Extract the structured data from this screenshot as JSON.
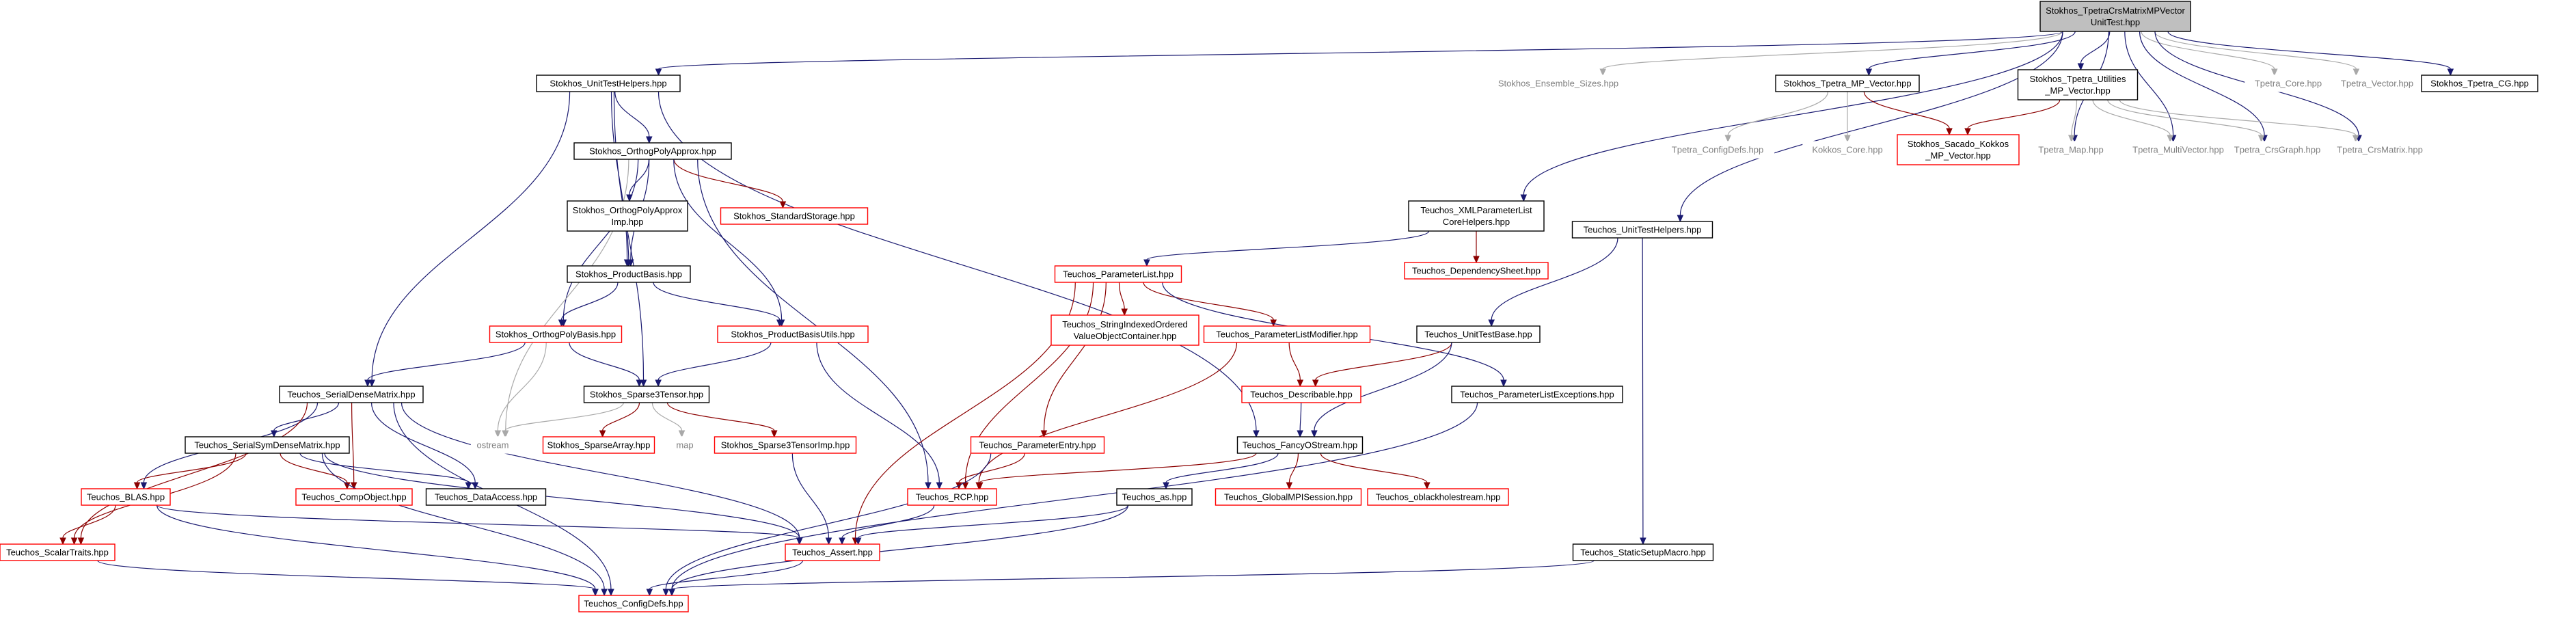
{
  "title": "Stokhos_TpetraCrsMatrixMPVectorUnitTest.hpp",
  "nodes": [
    {
      "id": "root",
      "lines": [
        "Stokhos_TpetraCrsMatrixMPVector",
        "UnitTest.hpp"
      ],
      "style": "root"
    },
    {
      "id": "uth",
      "lines": [
        "Stokhos_UnitTestHelpers.hpp"
      ],
      "style": "plain"
    },
    {
      "id": "ens",
      "lines": [
        "Stokhos_Ensemble_Sizes.hpp"
      ],
      "style": "gray"
    },
    {
      "id": "tmp",
      "lines": [
        "Stokhos_Tpetra_MP_Vector.hpp"
      ],
      "style": "plain"
    },
    {
      "id": "tutil",
      "lines": [
        "Stokhos_Tpetra_Utilities",
        "_MP_Vector.hpp"
      ],
      "style": "plain"
    },
    {
      "id": "tcore",
      "lines": [
        "Tpetra_Core.hpp"
      ],
      "style": "gray"
    },
    {
      "id": "tvec",
      "lines": [
        "Tpetra_Vector.hpp"
      ],
      "style": "gray"
    },
    {
      "id": "tcg",
      "lines": [
        "Stokhos_Tpetra_CG.hpp"
      ],
      "style": "plain"
    },
    {
      "id": "tcfg",
      "lines": [
        "Tpetra_ConfigDefs.hpp"
      ],
      "style": "gray"
    },
    {
      "id": "kcore",
      "lines": [
        "Kokkos_Core.hpp"
      ],
      "style": "gray"
    },
    {
      "id": "sacado",
      "lines": [
        "Stokhos_Sacado_Kokkos",
        "_MP_Vector.hpp"
      ],
      "style": "red"
    },
    {
      "id": "tmap",
      "lines": [
        "Tpetra_Map.hpp"
      ],
      "style": "gray"
    },
    {
      "id": "tmv",
      "lines": [
        "Tpetra_MultiVector.hpp"
      ],
      "style": "gray"
    },
    {
      "id": "tcgraph",
      "lines": [
        "Tpetra_CrsGraph.hpp"
      ],
      "style": "gray"
    },
    {
      "id": "tcmat",
      "lines": [
        "Tpetra_CrsMatrix.hpp"
      ],
      "style": "gray"
    },
    {
      "id": "opa",
      "lines": [
        "Stokhos_OrthogPolyApprox.hpp"
      ],
      "style": "plain"
    },
    {
      "id": "opaimp",
      "lines": [
        "Stokhos_OrthogPolyApprox",
        "Imp.hpp"
      ],
      "style": "plain"
    },
    {
      "id": "ss",
      "lines": [
        "Stokhos_StandardStorage.hpp"
      ],
      "style": "red"
    },
    {
      "id": "xml",
      "lines": [
        "Teuchos_XMLParameterList",
        "CoreHelpers.hpp"
      ],
      "style": "plain"
    },
    {
      "id": "dep",
      "lines": [
        "Teuchos_DependencySheet.hpp"
      ],
      "style": "red"
    },
    {
      "id": "tuth",
      "lines": [
        "Teuchos_UnitTestHelpers.hpp"
      ],
      "style": "plain"
    },
    {
      "id": "pb",
      "lines": [
        "Stokhos_ProductBasis.hpp"
      ],
      "style": "plain"
    },
    {
      "id": "pl",
      "lines": [
        "Teuchos_ParameterList.hpp"
      ],
      "style": "red"
    },
    {
      "id": "siov",
      "lines": [
        "Teuchos_StringIndexedOrdered",
        "ValueObjectContainer.hpp"
      ],
      "style": "red"
    },
    {
      "id": "plm",
      "lines": [
        "Teuchos_ParameterListModifier.hpp"
      ],
      "style": "red"
    },
    {
      "id": "opb",
      "lines": [
        "Stokhos_OrthogPolyBasis.hpp"
      ],
      "style": "red"
    },
    {
      "id": "pbu",
      "lines": [
        "Stokhos_ProductBasisUtils.hpp"
      ],
      "style": "red"
    },
    {
      "id": "utb",
      "lines": [
        "Teuchos_UnitTestBase.hpp"
      ],
      "style": "plain"
    },
    {
      "id": "sdm",
      "lines": [
        "Teuchos_SerialDenseMatrix.hpp"
      ],
      "style": "plain"
    },
    {
      "id": "s3t",
      "lines": [
        "Stokhos_Sparse3Tensor.hpp"
      ],
      "style": "plain"
    },
    {
      "id": "desc",
      "lines": [
        "Teuchos_Describable.hpp"
      ],
      "style": "red"
    },
    {
      "id": "ple",
      "lines": [
        "Teuchos_ParameterListExceptions.hpp"
      ],
      "style": "plain"
    },
    {
      "id": "ostream",
      "lines": [
        "ostream"
      ],
      "style": "gray"
    },
    {
      "id": "sa",
      "lines": [
        "Stokhos_SparseArray.hpp"
      ],
      "style": "red"
    },
    {
      "id": "map",
      "lines": [
        "map"
      ],
      "style": "gray"
    },
    {
      "id": "s3timp",
      "lines": [
        "Stokhos_Sparse3TensorImp.hpp"
      ],
      "style": "red"
    },
    {
      "id": "pe",
      "lines": [
        "Teuchos_ParameterEntry.hpp"
      ],
      "style": "red"
    },
    {
      "id": "fos",
      "lines": [
        "Teuchos_FancyOStream.hpp"
      ],
      "style": "plain"
    },
    {
      "id": "ssdm",
      "lines": [
        "Teuchos_SerialSymDenseMatrix.hpp"
      ],
      "style": "plain"
    },
    {
      "id": "blas",
      "lines": [
        "Teuchos_BLAS.hpp"
      ],
      "style": "red"
    },
    {
      "id": "co",
      "lines": [
        "Teuchos_CompObject.hpp"
      ],
      "style": "red"
    },
    {
      "id": "da",
      "lines": [
        "Teuchos_DataAccess.hpp"
      ],
      "style": "plain"
    },
    {
      "id": "rcp",
      "lines": [
        "Teuchos_RCP.hpp"
      ],
      "style": "red"
    },
    {
      "id": "as",
      "lines": [
        "Teuchos_as.hpp"
      ],
      "style": "plain"
    },
    {
      "id": "gmpi",
      "lines": [
        "Teuchos_GlobalMPISession.hpp"
      ],
      "style": "red"
    },
    {
      "id": "obh",
      "lines": [
        "Teuchos_oblackholestream.hpp"
      ],
      "style": "red"
    },
    {
      "id": "st",
      "lines": [
        "Teuchos_ScalarTraits.hpp"
      ],
      "style": "red"
    },
    {
      "id": "assert",
      "lines": [
        "Teuchos_Assert.hpp"
      ],
      "style": "red"
    },
    {
      "id": "ssm",
      "lines": [
        "Teuchos_StaticSetupMacro.hpp"
      ],
      "style": "plain"
    },
    {
      "id": "cfg",
      "lines": [
        "Teuchos_ConfigDefs.hpp"
      ],
      "style": "red"
    }
  ],
  "edges": [
    {
      "from": "root",
      "to": "uth",
      "style": "dark"
    },
    {
      "from": "root",
      "to": "ens",
      "style": "gray"
    },
    {
      "from": "root",
      "to": "tmp",
      "style": "dark"
    },
    {
      "from": "root",
      "to": "tutil",
      "style": "dark"
    },
    {
      "from": "root",
      "to": "tcore",
      "style": "gray"
    },
    {
      "from": "root",
      "to": "tvec",
      "style": "gray"
    },
    {
      "from": "root",
      "to": "tcg",
      "style": "dark"
    },
    {
      "from": "root",
      "to": "xml",
      "style": "dark"
    },
    {
      "from": "root",
      "to": "tuth",
      "style": "dark"
    },
    {
      "from": "root",
      "to": "tmap",
      "style": "dark"
    },
    {
      "from": "root",
      "to": "tmv",
      "style": "dark"
    },
    {
      "from": "root",
      "to": "tcgraph",
      "style": "dark"
    },
    {
      "from": "root",
      "to": "tcmat",
      "style": "dark"
    },
    {
      "from": "uth",
      "to": "opa",
      "style": "dark"
    },
    {
      "from": "uth",
      "to": "pb",
      "style": "dark"
    },
    {
      "from": "uth",
      "to": "sdm",
      "style": "dark"
    },
    {
      "from": "uth",
      "to": "s3t",
      "style": "dark"
    },
    {
      "from": "uth",
      "to": "fos",
      "style": "dark"
    },
    {
      "from": "tmp",
      "to": "tcfg",
      "style": "gray"
    },
    {
      "from": "tmp",
      "to": "kcore",
      "style": "gray"
    },
    {
      "from": "tmp",
      "to": "sacado",
      "style": "red"
    },
    {
      "from": "tutil",
      "to": "sacado",
      "style": "red"
    },
    {
      "from": "tutil",
      "to": "tmap",
      "style": "gray"
    },
    {
      "from": "tutil",
      "to": "tmv",
      "style": "gray"
    },
    {
      "from": "tutil",
      "to": "tcgraph",
      "style": "gray"
    },
    {
      "from": "tutil",
      "to": "tcmat",
      "style": "gray"
    },
    {
      "from": "opa",
      "to": "opaimp",
      "style": "dark"
    },
    {
      "from": "opa",
      "to": "ss",
      "style": "red"
    },
    {
      "from": "opa",
      "to": "pb",
      "style": "dark"
    },
    {
      "from": "opa",
      "to": "opb",
      "style": "dark"
    },
    {
      "from": "opa",
      "to": "pbu",
      "style": "dark"
    },
    {
      "from": "opa",
      "to": "ostream",
      "style": "gray"
    },
    {
      "from": "opa",
      "to": "rcp",
      "style": "dark"
    },
    {
      "from": "opaimp",
      "to": "pb",
      "style": "dark"
    },
    {
      "from": "xml",
      "to": "pl",
      "style": "dark"
    },
    {
      "from": "xml",
      "to": "dep",
      "style": "red"
    },
    {
      "from": "tuth",
      "to": "utb",
      "style": "dark"
    },
    {
      "from": "tuth",
      "to": "ssm",
      "style": "dark"
    },
    {
      "from": "pb",
      "to": "opb",
      "style": "dark"
    },
    {
      "from": "pb",
      "to": "pbu",
      "style": "dark"
    },
    {
      "from": "pl",
      "to": "siov",
      "style": "red"
    },
    {
      "from": "pl",
      "to": "plm",
      "style": "red"
    },
    {
      "from": "pl",
      "to": "pe",
      "style": "red"
    },
    {
      "from": "pl",
      "to": "ple",
      "style": "dark"
    },
    {
      "from": "pl",
      "to": "rcp",
      "style": "red"
    },
    {
      "from": "pl",
      "to": "assert",
      "style": "red"
    },
    {
      "from": "plm",
      "to": "desc",
      "style": "red"
    },
    {
      "from": "plm",
      "to": "rcp",
      "style": "red"
    },
    {
      "from": "opb",
      "to": "sdm",
      "style": "dark"
    },
    {
      "from": "opb",
      "to": "s3t",
      "style": "dark"
    },
    {
      "from": "opb",
      "to": "ostream",
      "style": "gray"
    },
    {
      "from": "pbu",
      "to": "s3t",
      "style": "dark"
    },
    {
      "from": "pbu",
      "to": "rcp",
      "style": "dark"
    },
    {
      "from": "utb",
      "to": "desc",
      "style": "red"
    },
    {
      "from": "utb",
      "to": "fos",
      "style": "dark"
    },
    {
      "from": "sdm",
      "to": "ssdm",
      "style": "dark"
    },
    {
      "from": "sdm",
      "to": "blas",
      "style": "dark"
    },
    {
      "from": "sdm",
      "to": "co",
      "style": "red"
    },
    {
      "from": "sdm",
      "to": "da",
      "style": "dark"
    },
    {
      "from": "sdm",
      "to": "st",
      "style": "red"
    },
    {
      "from": "sdm",
      "to": "assert",
      "style": "dark"
    },
    {
      "from": "sdm",
      "to": "cfg",
      "style": "dark"
    },
    {
      "from": "s3t",
      "to": "ostream",
      "style": "gray"
    },
    {
      "from": "s3t",
      "to": "sa",
      "style": "red"
    },
    {
      "from": "s3t",
      "to": "map",
      "style": "gray"
    },
    {
      "from": "s3t",
      "to": "s3timp",
      "style": "red"
    },
    {
      "from": "desc",
      "to": "fos",
      "style": "dark"
    },
    {
      "from": "ple",
      "to": "cfg",
      "style": "dark"
    },
    {
      "from": "s3timp",
      "to": "assert",
      "style": "dark"
    },
    {
      "from": "pe",
      "to": "rcp",
      "style": "red"
    },
    {
      "from": "pe",
      "to": "cfg",
      "style": "dark"
    },
    {
      "from": "fos",
      "to": "rcp",
      "style": "red"
    },
    {
      "from": "fos",
      "to": "as",
      "style": "dark"
    },
    {
      "from": "fos",
      "to": "gmpi",
      "style": "red"
    },
    {
      "from": "fos",
      "to": "obh",
      "style": "red"
    },
    {
      "from": "ssdm",
      "to": "blas",
      "style": "red"
    },
    {
      "from": "ssdm",
      "to": "co",
      "style": "red"
    },
    {
      "from": "ssdm",
      "to": "da",
      "style": "dark"
    },
    {
      "from": "ssdm",
      "to": "st",
      "style": "red"
    },
    {
      "from": "ssdm",
      "to": "assert",
      "style": "dark"
    },
    {
      "from": "ssdm",
      "to": "cfg",
      "style": "dark"
    },
    {
      "from": "blas",
      "to": "st",
      "style": "red"
    },
    {
      "from": "blas",
      "to": "assert",
      "style": "dark"
    },
    {
      "from": "blas",
      "to": "cfg",
      "style": "dark"
    },
    {
      "from": "rcp",
      "to": "assert",
      "style": "dark"
    },
    {
      "from": "as",
      "to": "assert",
      "style": "dark"
    },
    {
      "from": "as",
      "to": "cfg",
      "style": "dark"
    },
    {
      "from": "st",
      "to": "cfg",
      "style": "dark"
    },
    {
      "from": "assert",
      "to": "cfg",
      "style": "dark"
    },
    {
      "from": "ssm",
      "to": "cfg",
      "style": "dark"
    }
  ]
}
